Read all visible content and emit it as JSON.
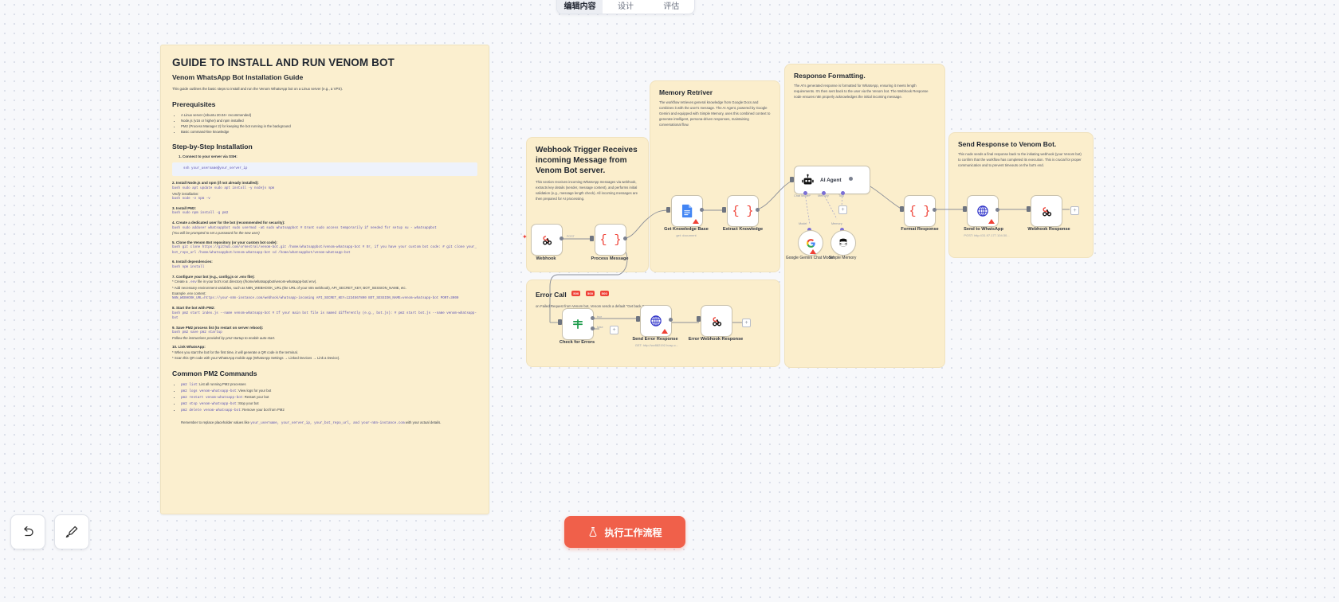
{
  "top_tabs": [
    {
      "label": "编辑内容",
      "active": true
    },
    {
      "label": "设计",
      "active": false
    },
    {
      "label": "评估",
      "active": false
    }
  ],
  "document": {
    "title": "GUIDE TO INSTALL AND RUN VENOM BOT",
    "subtitle": "Venom WhatsApp Bot Installation Guide",
    "intro": "This guide outlines the basic steps to install and run the Venom WhatsApp bot on a Linux server (e.g., a VPS).",
    "prerequisites_heading": "Prerequisites",
    "prerequisites": [
      "A Linux server (Ubuntu 20.04+ recommended)",
      "Node.js (v16 or higher) and npm installed",
      "PM2 (Process Manager 2) for keeping the bot running in the background",
      "Basic command-line knowledge"
    ],
    "steps_heading": "Step-by-Step Installation",
    "step1_title": "1. Connect to your server via SSH:",
    "step1_code": "ssh your_username@your_server_ip",
    "step2_title": "2. Install Node.js and npm (if not already installed):",
    "step2_code": "bash sudo apt update sudo apt install -y nodejs npm",
    "step2_note": "Verify installation:",
    "step2_code2": "bash node -v npm -v",
    "step3_title": "3. Install PM2:",
    "step3_code": "bash sudo npm install -g pm2",
    "step4_title": "4. Create a dedicated user for the bot (recommended for security):",
    "step4_code": "bash sudo adduser whatsappbot sudo usermod -aG sudo whatsappbot # Grant sudo access temporarily if needed for setup su - whatsappbot",
    "step4_note": "(You will be prompted to set a password for the new user)",
    "step5_title": "5. Clone the Venom Bot repository (or your custom bot code):",
    "step5_code": "bash git clone https://github.com/orkestral/venom-bot.git /home/whatsappbot/venom-whatsapp-bot # Or, if you have your custom bot code: # git clone your_bot_repo_url /home/whatsappbot/venom-whatsapp-bot cd /home/whatsappbot/venom-whatsapp-bot",
    "step6_title": "6. Install dependencies:",
    "step6_code": "bash npm install",
    "step7_title": "7. Configure your bot (e.g., config.js or .env file):",
    "step7_bullet1_pre": "* Create a ",
    "step7_bullet1_code": ".env",
    "step7_bullet1_post": " file in your bot's root directory (/home/whatsappbot/venom-whatsapp-bot/.env).",
    "step7_bullet2": "* Add necessary environment variables, such as N8N_WEBHOOK_URL (the URL of your n8n webhook), API_SECRET_KEY, BOT_SESSION_NAME, etc.",
    "step7_example_label": "Example .env content:",
    "step7_example_code": "N8N_WEBHOOK_URL=https://your-n8n-instance.com/webhook/whatsapp-incoming API_SECRET_KEY=1234567890 BOT_SESSION_NAME=venom-whatsapp-bot PORT=3000",
    "step8_title": "8. Start the bot with PM2:",
    "step8_code": "bash pm2 start index.js --name venom-whatsapp-bot # If your main bot file is named differently (e.g., bot.js): # pm2 start bot.js --name venom-whatsapp-bot",
    "step9_title": "9. Save PM2 process list (to restart on server reboot):",
    "step9_code": "bash pm2 save pm2 startup",
    "step9_note": "Follow the instructions provided by pm2 startup to enable auto-start.",
    "step10_title": "10. Link WhatsApp:",
    "step10_b1": "* When you start the bot for the first time, it will generate a QR code in the terminal.",
    "step10_b2": "* Scan this QR code with your WhatsApp mobile app (WhatsApp Settings → Linked Devices → Link a Device).",
    "commands_heading": "Common PM2 Commands",
    "commands": [
      {
        "cmd": "pm2 list",
        "desc": ": List all running PM2 processes"
      },
      {
        "cmd": "pm2 logs venom-whatsapp-bot",
        "desc": ": View logs for your bot"
      },
      {
        "cmd": "pm2 restart venom-whatsapp-bot",
        "desc": ": Restart your bot"
      },
      {
        "cmd": "pm2 stop venom-whatsapp-bot",
        "desc": ": Stop your bot"
      },
      {
        "cmd": "pm2 delete venom-whatsapp-bot",
        "desc": ": Remove your bot from PM2"
      }
    ],
    "footer_pre": "Remember to replace placeholder values like ",
    "footer_code": "your_username, your_server_ip, your_bot_repo_url, and your-n8n-instance.com",
    "footer_post": " with your actual details."
  },
  "workflow": {
    "groups": {
      "webhook_trigger": {
        "title": "Webhook Trigger Receives incoming Message from Venom Bot server.",
        "desc": "This section receives incoming WhatsApp messages via webhook, extracts key details (sender, message content), and performs initial validation (e.g., message length check). All incoming messages are then prepared for AI processing."
      },
      "memory_retriver": {
        "title": "Memory Retriver",
        "desc": "The workflow retrieves general knowledge from Google Docs and combines it with the user's message. The AI Agent, powered by Google Gemini and equipped with Simple Memory, uses this combined context to generate intelligent, persona-driven responses, maintaining conversational flow."
      },
      "response_formatting": {
        "title": "Response Formatting.",
        "desc": "The AI's generated response is formatted for WhatsApp, ensuring it meets length requirements. It's then sent back to the user via the Venom bot. The Webhook Response node ensures n8n properly acknowledges the initial incoming message."
      },
      "send_response": {
        "title": "Send Response to Venom Bot.",
        "desc": "This node sends a final response back to the initiating webhook (your Venom bot) to confirm that the workflow has completed its execution. This is crucial for proper communication and to prevent timeouts on the bot's end."
      },
      "error_call": {
        "title": "Error Call",
        "badges": [
          "500",
          "500",
          "500"
        ],
        "desc": "on Failed Request from Venom bot, Venom sends a default \"Get back Soon\" Message"
      }
    },
    "nodes": [
      {
        "id": "webhook",
        "label": "Webhook",
        "sub": "",
        "icon": "webhook-icon"
      },
      {
        "id": "process-message",
        "label": "Process Message",
        "sub": "",
        "icon": "code-braces-icon"
      },
      {
        "id": "get-knowledge-base",
        "label": "Get Knowledge Base",
        "sub": "get: document",
        "icon": "google-docs-icon"
      },
      {
        "id": "extract-knowledge",
        "label": "Extract Knowledge",
        "sub": "",
        "icon": "code-braces-icon"
      },
      {
        "id": "ai-agent",
        "label": "AI Agent",
        "sub": "",
        "icon": "robot-icon"
      },
      {
        "id": "google-gemini-chat-model",
        "label": "Google Gemini Chat Model",
        "sub": "",
        "icon": "google-icon"
      },
      {
        "id": "simple-memory",
        "label": "Simple Memory",
        "sub": "",
        "icon": "database-icon"
      },
      {
        "id": "format-response",
        "label": "Format Response",
        "sub": "",
        "icon": "code-braces-icon"
      },
      {
        "id": "send-to-whatsapp",
        "label": "Send to WhatsApp",
        "sub": "POST: http://31.97.177.104:30...",
        "icon": "globe-icon"
      },
      {
        "id": "webhook-response",
        "label": "Webhook Response",
        "sub": "",
        "icon": "webhook-icon"
      },
      {
        "id": "check-for-errors",
        "label": "Check for Errors",
        "sub": "",
        "icon": "filter-icon"
      },
      {
        "id": "send-error-response",
        "label": "Send Error Response",
        "sub": "GET: http://wv882192.hosp.c...",
        "icon": "globe-icon"
      },
      {
        "id": "error-webhook-response",
        "label": "Error Webhook Response",
        "sub": "",
        "icon": "webhook-icon"
      }
    ],
    "port_labels": {
      "webhook_post": "POST",
      "chat_model": "Chat Model*",
      "memory": "Memory",
      "tool": "Tool",
      "model_sub": "Model",
      "memory_sub": "Memory",
      "true": "true",
      "false": "false"
    }
  },
  "toolbar": {
    "undo_icon": "undo-icon",
    "brush_icon": "brush-icon"
  },
  "run_button": {
    "label": "执行工作流程",
    "icon": "flask-icon",
    "color": "#f0604a"
  }
}
